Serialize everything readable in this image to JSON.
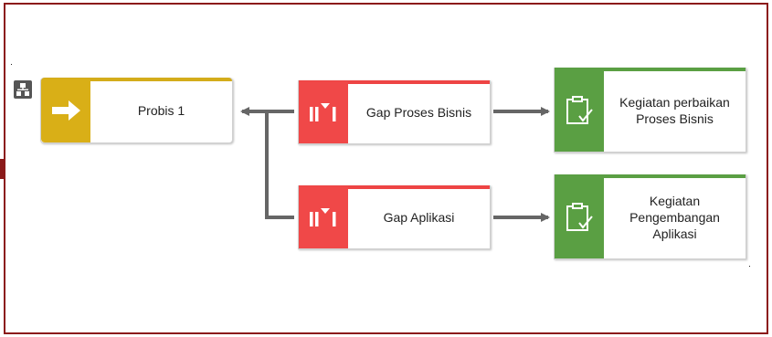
{
  "diagram": {
    "nodes": {
      "probis": {
        "label": "Probis 1",
        "icon": "arrow-right-icon",
        "color": "#d9af17"
      },
      "gap_proses": {
        "label": "Gap Proses Bisnis",
        "icon": "gap-icon",
        "color": "#f04848"
      },
      "gap_aplikasi": {
        "label": "Gap Aplikasi",
        "icon": "gap-icon",
        "color": "#f04848"
      },
      "kegiatan_proses": {
        "label": "Kegiatan perbaikan Proses Bisnis",
        "icon": "clipboard-check-icon",
        "color": "#5a9f43"
      },
      "kegiatan_aplikasi": {
        "label": "Kegiatan Pengembangan Aplikasi",
        "icon": "clipboard-check-icon",
        "color": "#5a9f43"
      }
    },
    "edges": [
      {
        "from": "gap_proses",
        "to": "probis"
      },
      {
        "from": "gap_aplikasi",
        "to": "probis"
      },
      {
        "from": "gap_proses",
        "to": "kegiatan_proses"
      },
      {
        "from": "gap_aplikasi",
        "to": "kegiatan_aplikasi"
      }
    ],
    "connector_color": "#666666",
    "frame_color": "#8b1a1a"
  }
}
